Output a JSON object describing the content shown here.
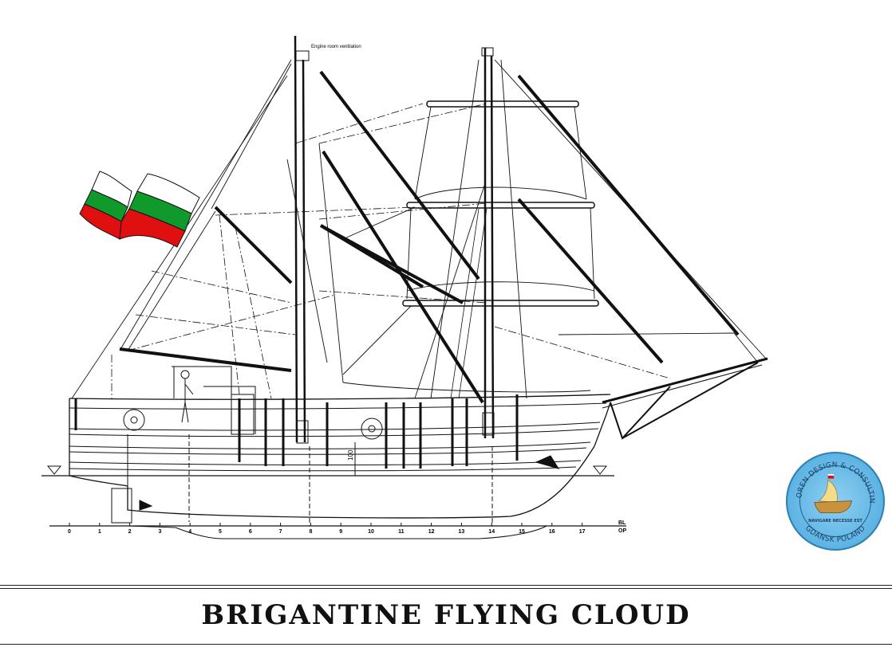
{
  "title": "BRIGANTINE FLYING CLOUD",
  "annotations": {
    "engine_room": "Engine room ventilation",
    "dimension": "100",
    "baseline_label_1": "BL",
    "baseline_label_2": "OP"
  },
  "stations": [
    "0",
    "1",
    "2",
    "3",
    "4",
    "5",
    "6",
    "7",
    "8",
    "9",
    "10",
    "11",
    "12",
    "13",
    "14",
    "15",
    "16",
    "17"
  ],
  "logo": {
    "text_top": "CHOREN DESIGN & CONSULTING",
    "motto": "NAVIGARE NECESSE EST",
    "text_bottom": "GDANSK POLAND"
  },
  "colors": {
    "flag_white": "#ffffff",
    "flag_green": "#109a2c",
    "flag_red": "#e01010",
    "logo_blue": "#5cb3e3"
  }
}
